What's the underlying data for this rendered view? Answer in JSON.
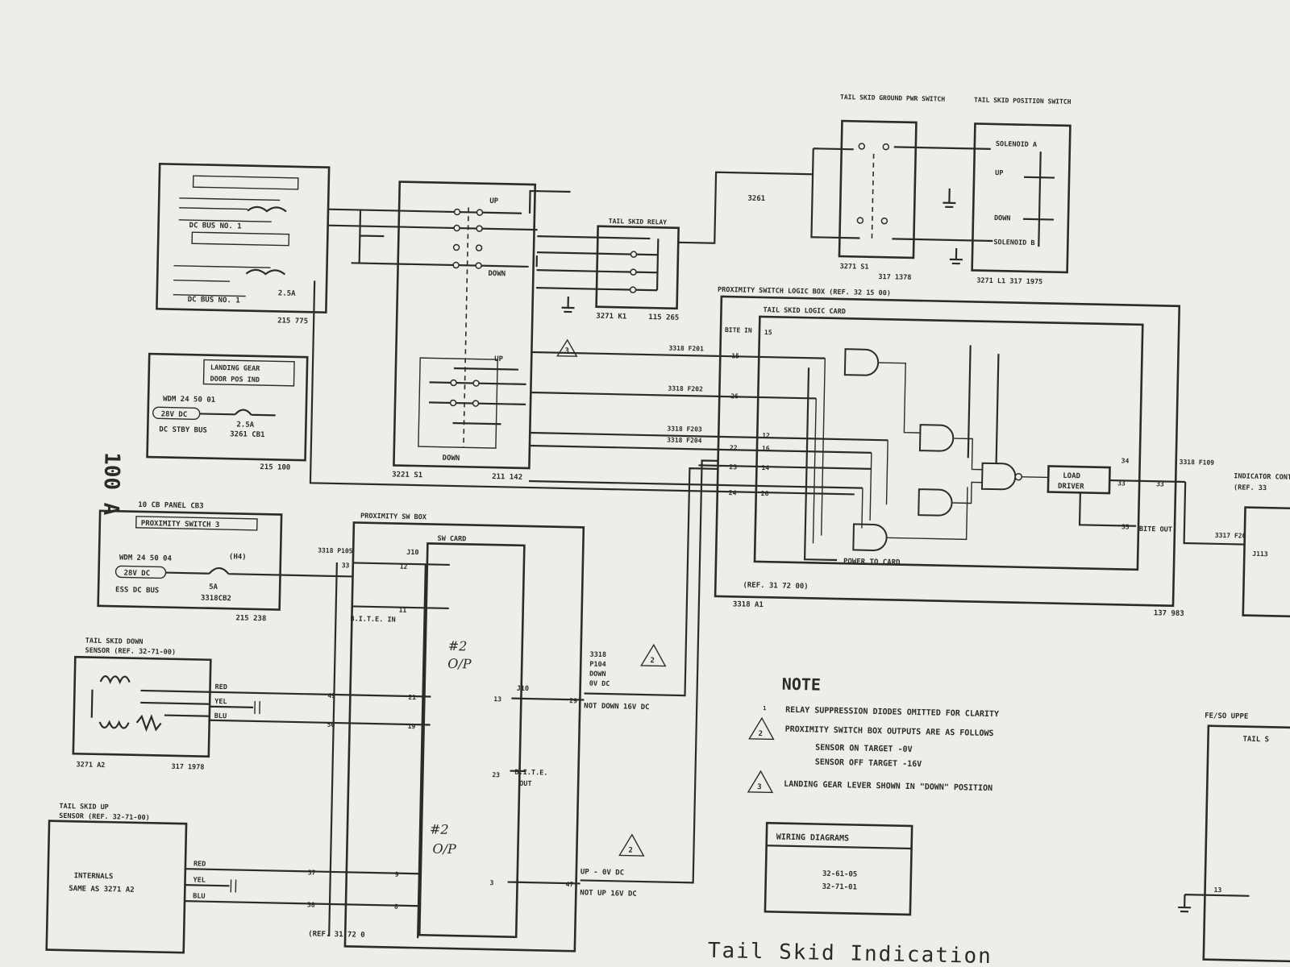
{
  "title": "Tail Skid Indication",
  "page_mark": "100 A",
  "blocks": {
    "cb_top_panel_ref": "215 775",
    "cb_mid_panel_ref": "215 100",
    "lg_selector_ref_a": "3221 S1",
    "lg_selector_ref_b": "211 142",
    "lg_selector_down": "DOWN",
    "lg_selector_up": "UP",
    "relay_title": "TAIL SKID RELAY",
    "relay_ref_a": "3271 K1",
    "relay_ref_b": "115 265",
    "ground_switch_title": "TAIL SKID GROUND PWR SWITCH",
    "ground_switch_ref_a": "3271 S1",
    "ground_switch_ref_b": "317 1378",
    "solenoid_title": "TAIL SKID POSITION SWITCH",
    "solenoid_ref": "3271 L1 317 1975",
    "solenoid_a": "SOLENOID A",
    "solenoid_b": "SOLENOID B",
    "solenoid_up": "UP",
    "solenoid_down": "DOWN",
    "wire_3261": "3261",
    "logic_box_title": "PROXIMITY SWITCH LOGIC BOX (REF. 32 15 00)",
    "logic_card_title": "TAIL SKID LOGIC CARD",
    "load_driver_line1": "LOAD",
    "load_driver_line2": "DRIVER",
    "bite_out": "BITE OUT",
    "power_to_card": "POWER TO CARD",
    "logic_ref": "(REF. 31 72 00)",
    "logic_ref_a": "3318 A1",
    "logic_ref_b": "137 983",
    "bite_in": "BITE IN",
    "wire_f201": "3318 F201",
    "wire_f202": "3318 F202",
    "wire_f203": "3318 F203",
    "wire_f204": "3318 F204",
    "out_wire": "3318 F109",
    "indicator_title": "INDICATOR CONTROL",
    "indicator_ref": "(REF. 33",
    "wire_3317": "3317 F20",
    "j113": "J113",
    "cb_prox_title": "10 CB PANEL CB3",
    "cb_prox_label": "PROXIMITY SWITCH 3",
    "cb_prox_bus_wire": "WDM 24 50 04",
    "cb_prox_voltage": "28V DC",
    "cb_prox_bus": "ESS DC BUS",
    "cb_prox_amps": "5A",
    "cb_prox_id": "3318CB2",
    "cb_prox_ref": "215 238",
    "cb_prox_terminal": "(H4)",
    "cb_mid_bus_wire": "WDM 24 50 01",
    "cb_mid_voltage": "28V DC",
    "cb_mid_bus": "DC STBY BUS",
    "cb_mid_amps": "2.5A",
    "cb_mid_id": "3261 CB1",
    "cb_mid_label_1": "LANDING GEAR",
    "cb_mid_label_2": "DOOR POS IND",
    "cb_top_bus_1": "DC BUS NO. 1",
    "cb_top_bus_2": "DC BUS NO. 1",
    "cb_top_amps": "2.5A",
    "prox_box_title": "PROXIMITY SW BOX",
    "sw_card": "SW CARD",
    "j10_top": "J10",
    "j10_mid": "J10",
    "p105": "3318 P105",
    "bite_in_pin": "B.I.T.E. IN",
    "bite_out_pin_1": "B.I.T.E.",
    "bite_out_pin_2": "OUT",
    "p104_1": "3318",
    "p104_2": "P104",
    "down_label": "DOWN",
    "down_0v": "0V DC",
    "not_down": "NOT DOWN 16V DC",
    "up_0v": "UP - 0V DC",
    "not_up": "NOT UP 16V DC",
    "prox_ref": "(REF. 31 72 0",
    "hw_op_1a": "#2",
    "hw_op_1b": "O/P",
    "hw_op_2a": "#2",
    "hw_op_2b": "O/P",
    "down_sensor_1": "TAIL SKID DOWN",
    "down_sensor_2": "SENSOR (REF. 32-71-00)",
    "down_sensor_ref_a": "3271 A2",
    "down_sensor_ref_b": "317 1978",
    "up_sensor_1": "TAIL SKID UP",
    "up_sensor_2": "SENSOR (REF. 32-71-00)",
    "up_internals_1": "INTERNALS",
    "up_internals_2": "SAME AS 3271 A2",
    "wire_red": "RED",
    "wire_yel": "YEL",
    "wire_blu": "BLU",
    "fe_label": "FE/SO UPPE",
    "fe_sub": "TAIL S"
  },
  "pins": [
    "33",
    "12",
    "11",
    "49",
    "21",
    "50",
    "19",
    "13",
    "29",
    "23",
    "37",
    "9",
    "38",
    "8",
    "3",
    "47",
    "15",
    "14",
    "16",
    "22",
    "24",
    "26",
    "33",
    "34",
    "35",
    "13"
  ],
  "notes": {
    "heading": "NOTE",
    "n1_marker": "1",
    "n1": "RELAY SUPPRESSION DIODES OMITTED FOR CLARITY",
    "n2_marker": "2",
    "n2": "PROXIMITY SWITCH BOX OUTPUTS ARE AS FOLLOWS",
    "n2a": "SENSOR ON TARGET -0V",
    "n2b": "SENSOR OFF TARGET -16V",
    "n3_marker": "3",
    "n3": "LANDING GEAR LEVER SHOWN IN \"DOWN\" POSITION"
  },
  "wiring": {
    "heading": "WIRING DIAGRAMS",
    "ref1": "32-61-05",
    "ref2": "32-71-01"
  },
  "markers": {
    "tri_top": "3",
    "tri_mid": "2",
    "tri_low": "2"
  }
}
